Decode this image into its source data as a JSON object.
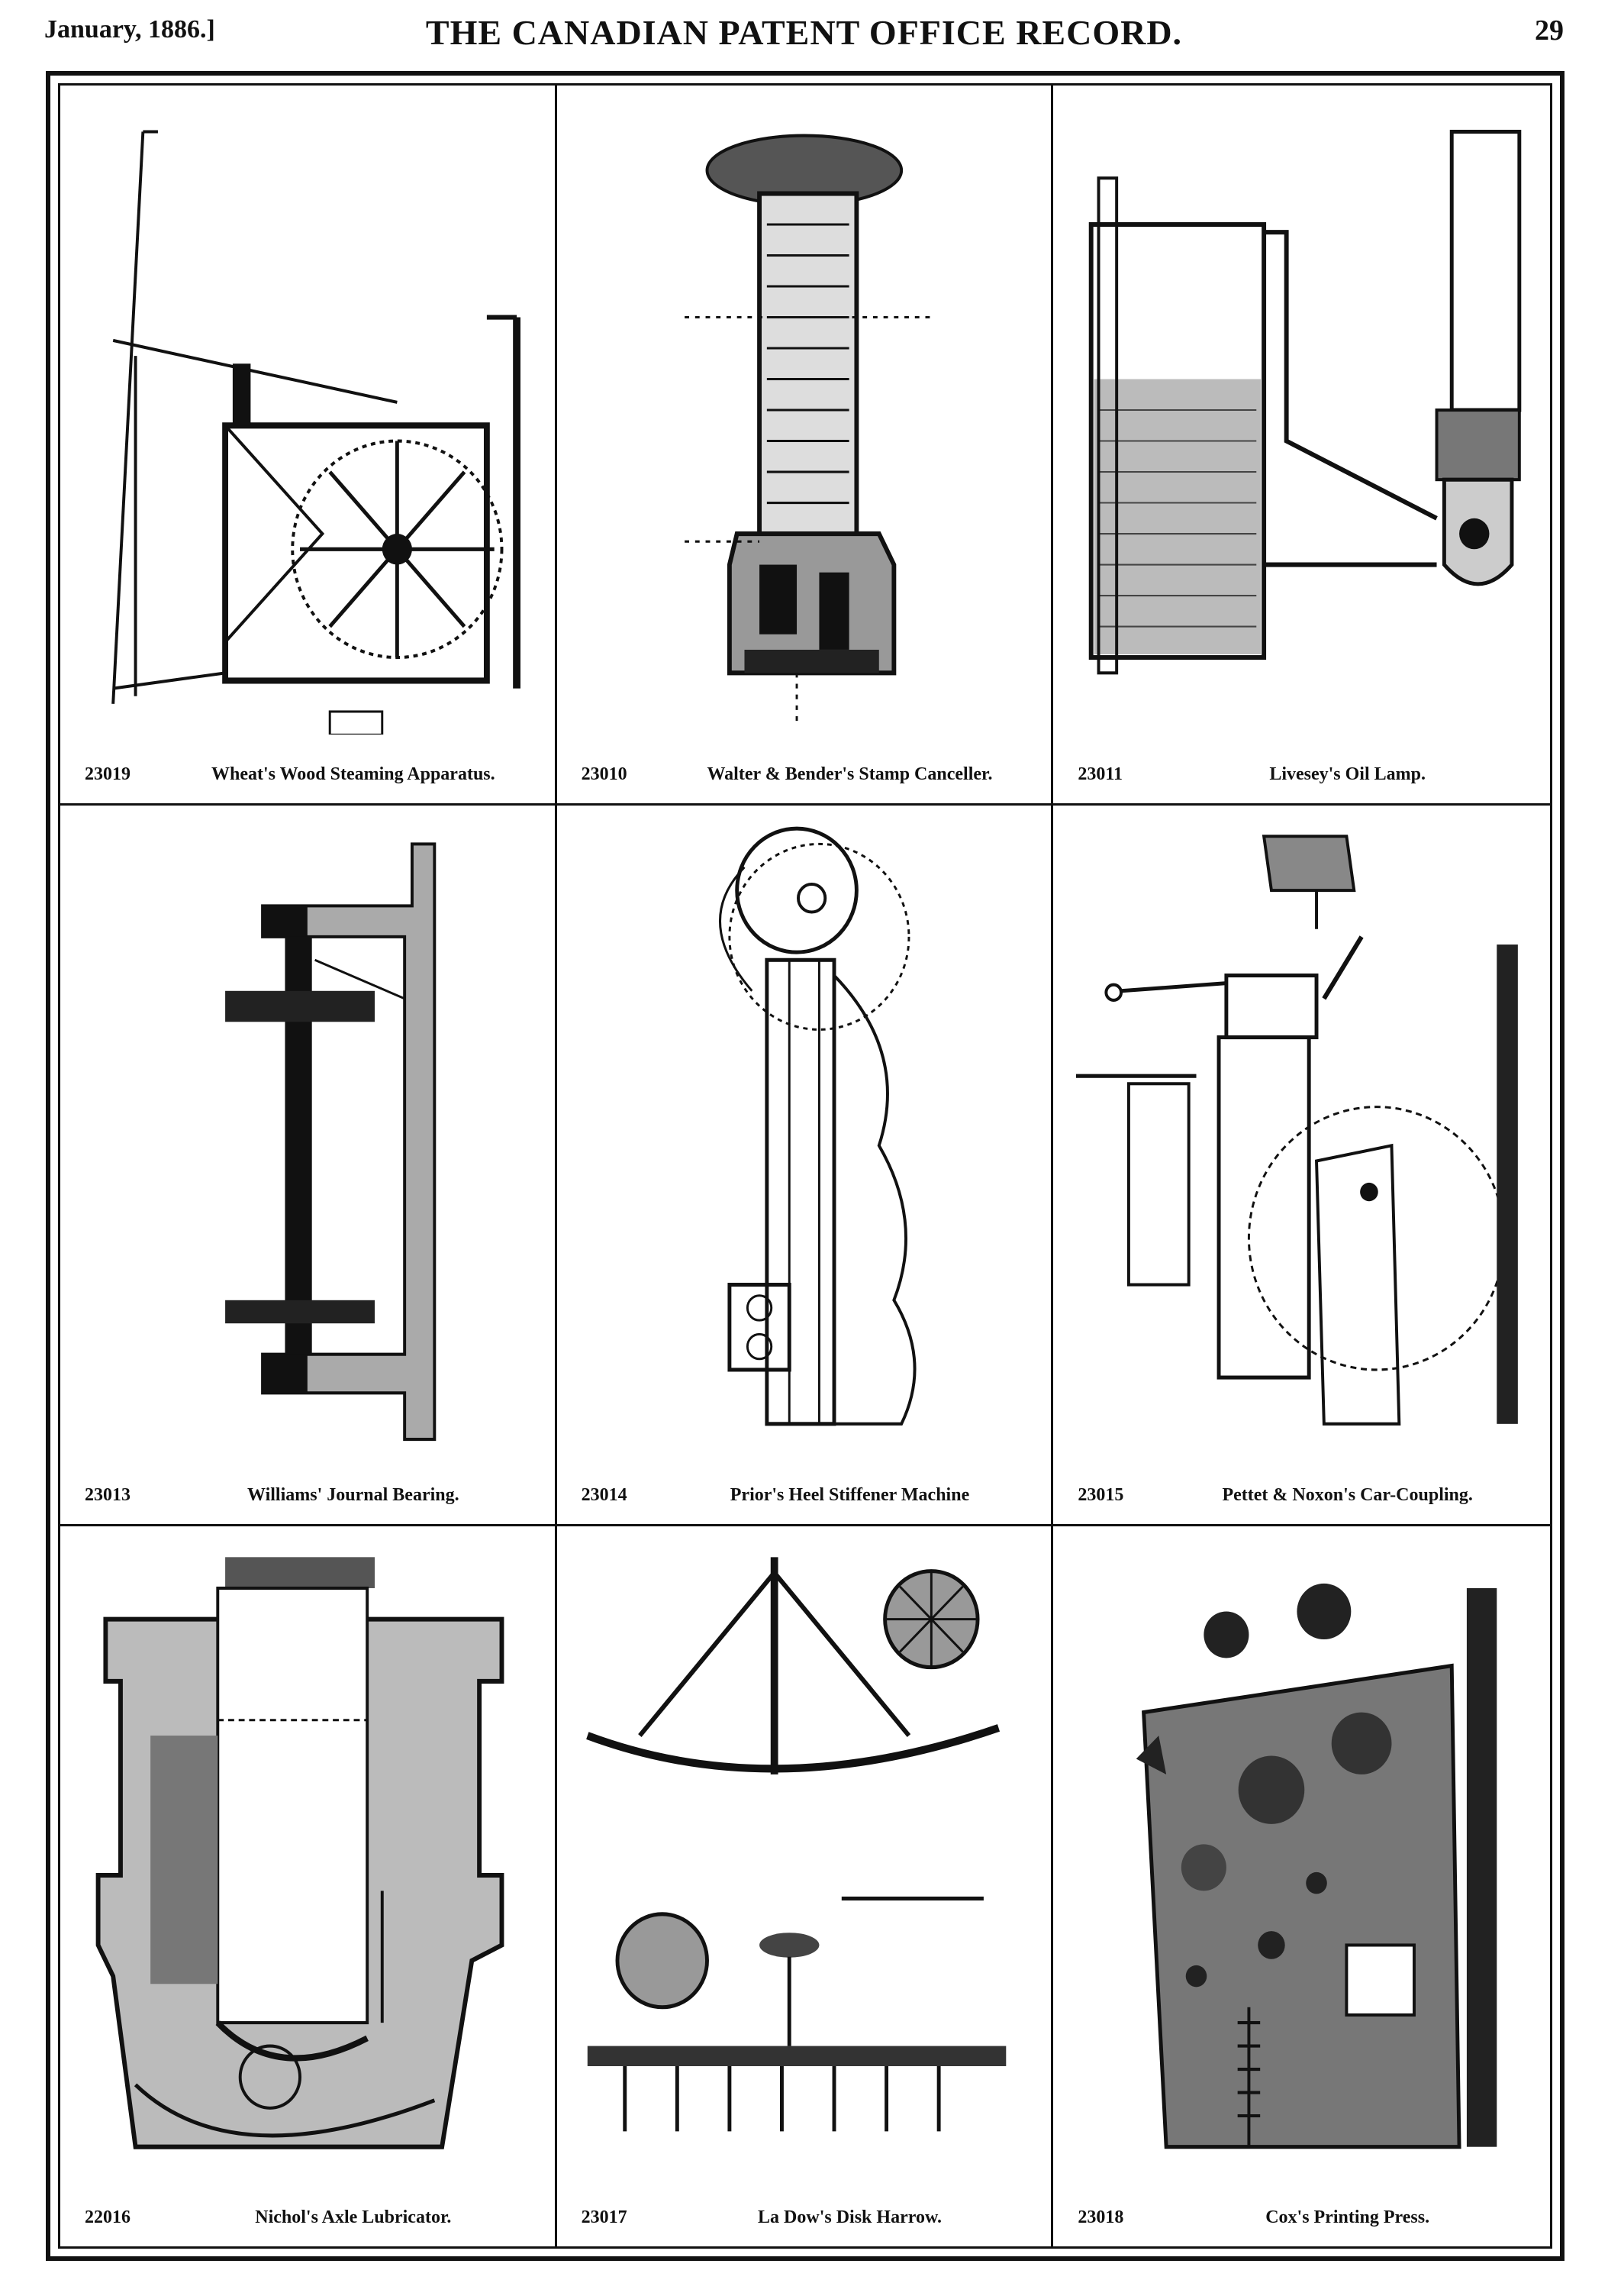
{
  "header": {
    "date": "January, 1886.]",
    "title": "THE CANADIAN PATENT OFFICE RECORD.",
    "page": "29"
  },
  "figures": [
    {
      "number": "23019",
      "caption": "Wheat's Wood Steaming Apparatus."
    },
    {
      "number": "23010",
      "caption": "Walter & Bender's Stamp Canceller."
    },
    {
      "number": "23011",
      "caption": "Livesey's Oil Lamp."
    },
    {
      "number": "23013",
      "caption": "Williams' Journal Bearing."
    },
    {
      "number": "23014",
      "caption": "Prior's Heel Stiffener Machine"
    },
    {
      "number": "23015",
      "caption": "Pettet & Noxon's Car-Coupling."
    },
    {
      "number": "22016",
      "caption": "Nichol's Axle Lubricator."
    },
    {
      "number": "23017",
      "caption": "La Dow's Disk Harrow."
    },
    {
      "number": "23018",
      "caption": "Cox's Printing Press."
    }
  ]
}
